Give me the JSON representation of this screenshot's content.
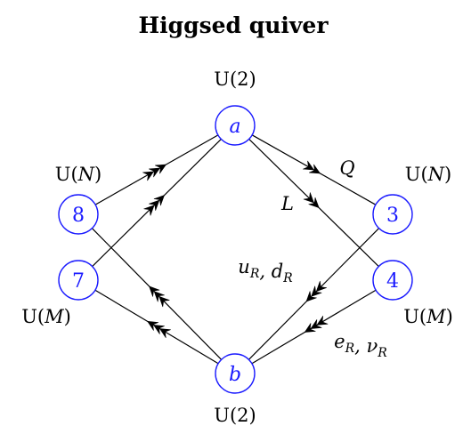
{
  "title": "Higgsed quiver",
  "colors": {
    "node": "#1a1aff",
    "edge": "#000000"
  },
  "nodes": {
    "a": {
      "label": "a",
      "group": "U(2)"
    },
    "b": {
      "label": "b",
      "group": "U(2)"
    },
    "n8": {
      "label": "8",
      "group": "U(N)"
    },
    "n7": {
      "label": "7",
      "group": "U(M)"
    },
    "n3": {
      "label": "3",
      "group": "U(N)"
    },
    "n4": {
      "label": "4",
      "group": "U(M)"
    }
  },
  "edges": [
    {
      "from": "n8",
      "to": "a",
      "arrowheads": 3,
      "label": ""
    },
    {
      "from": "n7",
      "to": "a",
      "arrowheads": 3,
      "label": ""
    },
    {
      "from": "a",
      "to": "n3",
      "arrowheads": 2,
      "label": "Q"
    },
    {
      "from": "a",
      "to": "n4",
      "arrowheads": 2,
      "label": "L"
    },
    {
      "from": "n4",
      "to": "b",
      "arrowheads": 3,
      "label": "e_R, ν_R"
    },
    {
      "from": "n3",
      "to": "b",
      "arrowheads": 3,
      "label": "u_R, d_R"
    },
    {
      "from": "b",
      "to": "n8",
      "arrowheads": 3,
      "label": ""
    },
    {
      "from": "b",
      "to": "n7",
      "arrowheads": 3,
      "label": ""
    }
  ]
}
